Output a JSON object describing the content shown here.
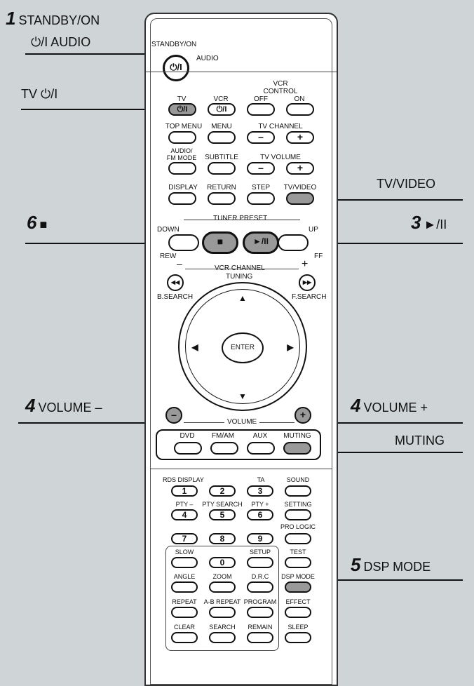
{
  "callouts": {
    "standby_num": "1",
    "standby_l1": "STANDBY/ON",
    "standby_l2": "⏻/I  AUDIO",
    "tv_power": "TV ⏻/I",
    "tv_video": "TV/VIDEO",
    "stop_num": "6",
    "stop_sym": "■",
    "play_num": "3",
    "play_sym": "►/II",
    "voldown_num": "4",
    "voldown": "VOLUME –",
    "volup_num": "4",
    "volup": "VOLUME +",
    "muting": "MUTING",
    "dsp_num": "5",
    "dsp": "DSP MODE"
  },
  "remote": {
    "standby_label": "STANDBY/ON",
    "audio_label": "AUDIO",
    "power_sym": "⏻/I",
    "tv": "TV",
    "vcr": "VCR",
    "vcr_control": "VCR\nCONTROL",
    "off": "OFF",
    "on": "ON",
    "top_menu": "TOP MENU",
    "menu": "MENU",
    "tv_channel": "TV CHANNEL",
    "minus": "–",
    "plus": "+",
    "audio_fm": "AUDIO/\nFM MODE",
    "subtitle": "SUBTITLE",
    "tv_volume": "TV VOLUME",
    "display": "DISPLAY",
    "return": "RETURN",
    "step": "STEP",
    "tvvideo": "TV/VIDEO",
    "tuner_preset": "TUNER PRESET",
    "down": "DOWN",
    "up": "UP",
    "rew": "REW",
    "ff": "FF",
    "stop_sym": "■",
    "play_sym": "►/II",
    "vcr_channel": "VCR CHANNEL",
    "tuning": "TUNING",
    "bsearch": "B.SEARCH",
    "fsearch": "F.SEARCH",
    "rew_sym": "◀◀",
    "ff_sym": "▶▶",
    "enter": "ENTER",
    "volume": "VOLUME",
    "dvd": "DVD",
    "fmam": "FM/AM",
    "aux": "AUX",
    "muting": "MUTING",
    "rds_display": "RDS DISPLAY",
    "ta": "TA",
    "sound": "SOUND",
    "pty_minus": "PTY –",
    "pty_search": "PTY SEARCH",
    "pty_plus": "PTY +",
    "setting": "SETTING",
    "pro_logic": "PRO LOGIC",
    "slow": "SLOW",
    "setup": "SETUP",
    "test": "TEST",
    "angle": "ANGLE",
    "zoom": "ZOOM",
    "drc": "D.R.C",
    "dsp_mode": "DSP MODE",
    "repeat": "REPEAT",
    "ab_repeat": "A-B REPEAT",
    "program": "PROGRAM",
    "effect": "EFFECT",
    "clear": "CLEAR",
    "search": "SEARCH",
    "remain": "REMAIN",
    "sleep": "SLEEP",
    "digits": [
      "1",
      "2",
      "3",
      "4",
      "5",
      "6",
      "7",
      "8",
      "9",
      "0"
    ]
  }
}
